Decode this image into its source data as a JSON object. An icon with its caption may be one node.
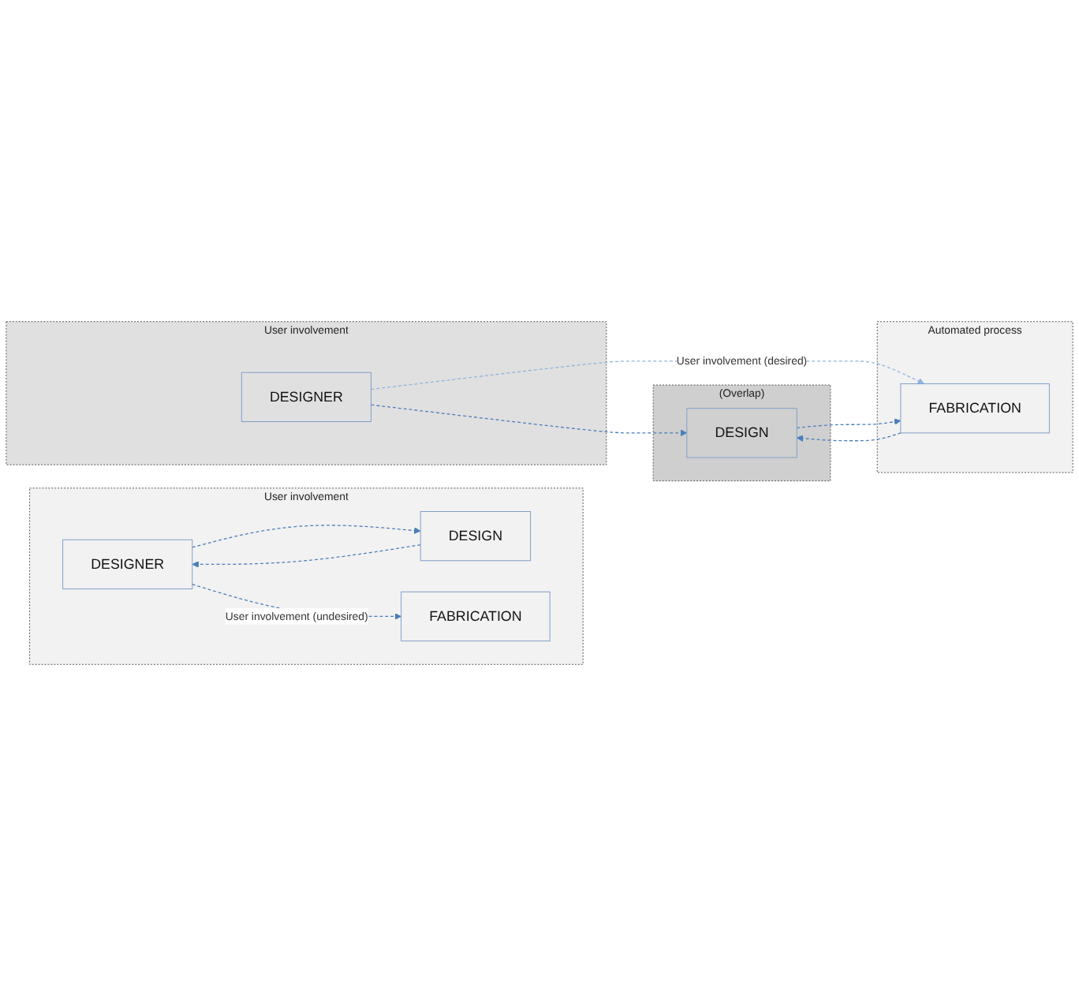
{
  "diagram": {
    "nodes": [
      {
        "text": [
          "User involvement"
        ]
      },
      {
        "text": [
          "DESIGNER"
        ],
        "in": 0
      },
      {
        "text": [
          "DESIGN"
        ],
        "in": 0
      },
      {
        "text": [
          "FABRICATION"
        ],
        "in": 0
      },
      {
        "text": [
          "User involvement"
        ]
      },
      {
        "text": [
          "DESIGNER"
        ],
        "in": 4
      },
      {
        "text": [
          "(Overlap)"
        ]
      },
      {
        "text": [
          "DESIGN"
        ],
        "in": 6
      },
      {
        "text": [
          "Automated process"
        ]
      },
      {
        "text": [
          "FABRICATION"
        ],
        "in": 8
      }
    ],
    "edges": [
      {
        "from": 1,
        "to": 2,
        "arrow": "to",
        "style": "dashed"
      },
      {
        "from": 2,
        "to": 1,
        "arrow": "to",
        "style": "dashed"
      },
      {
        "from": 1,
        "to": 3,
        "arrow": "to",
        "style": "dashed",
        "label": "User involvement (undesired)"
      },
      {
        "from": 5,
        "to": 7,
        "arrow": "to",
        "style": "dashed"
      },
      {
        "from": 5,
        "to": 9,
        "arrow": "to",
        "style": "dashed",
        "color": "#8fb3df",
        "label": "User involvement (desired)"
      },
      {
        "from": 7,
        "to": 9,
        "arrow": "to",
        "style": "dashed"
      },
      {
        "from": 9,
        "to": 7,
        "arrow": "to",
        "style": "dashed"
      }
    ]
  }
}
